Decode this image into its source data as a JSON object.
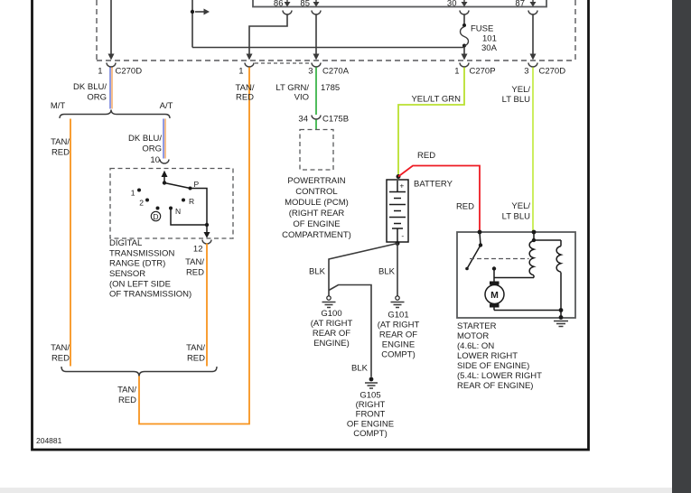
{
  "colors": {
    "tan_red": "#F7941D",
    "org_stripe": "#F2A45C",
    "dk_blu": "#5F6FD8",
    "lt_grn": "#3DB54A",
    "yel_lt_grn": "#B9E030",
    "yel_lt_blu": "#C6EC4E",
    "red": "#EE1B23",
    "wire": "#3A3A3A",
    "component_stroke": "#58595B",
    "ink": "#1B1B1B"
  },
  "figure_number": "204881",
  "relay": {
    "pin_86": "86",
    "pin_85": "85",
    "pin_30": "30",
    "pin_87": "87"
  },
  "fuse": {
    "label": "FUSE",
    "number": "101",
    "amps": "30A"
  },
  "connectors": {
    "c270d_left": {
      "pin": "1",
      "name": "C270D"
    },
    "c270a_pin1": {
      "pin": "1"
    },
    "c270a_pin3": {
      "pin": "3",
      "name": "C270A"
    },
    "c270p": {
      "pin": "1",
      "name": "C270P"
    },
    "c270d_right": {
      "pin": "3",
      "name": "C270D"
    },
    "c175b": {
      "pin": "34",
      "name": "C175B"
    },
    "dtr_pin10": "10",
    "dtr_pin12": "12"
  },
  "wire_labels": {
    "dk_blu_org": [
      "DK BLU/",
      "ORG"
    ],
    "tan_red": [
      "TAN/",
      "RED"
    ],
    "lt_grn_vio": [
      "LT GRN/",
      "VIO"
    ],
    "circuit_1785": "1785",
    "yel_lt_grn": "YEL/LT GRN",
    "yel_lt_blu": [
      "YEL/",
      "LT BLU"
    ],
    "red": "RED",
    "blk": "BLK"
  },
  "transmission": {
    "manual": "M/T",
    "automatic": "A/T"
  },
  "dtr": {
    "positions": [
      "1",
      "2",
      "D",
      "N",
      "R",
      "P"
    ],
    "label": [
      "DIGITAL",
      "TRANSMISSION",
      "RANGE (DTR)",
      "SENSOR",
      "(ON LEFT SIDE",
      "OF TRANSMISSION)"
    ]
  },
  "pcm": {
    "label": [
      "POWERTRAIN",
      "CONTROL",
      "MODULE (PCM)",
      "(RIGHT REAR",
      "OF ENGINE",
      "COMPARTMENT)"
    ]
  },
  "battery": {
    "label": "BATTERY",
    "plus": "+",
    "minus": "-"
  },
  "starter": {
    "motor_letter": "M",
    "label": [
      "STARTER",
      "MOTOR",
      "(4.6L: ON",
      "LOWER RIGHT",
      "SIDE OF ENGINE)",
      "(5.4L: LOWER RIGHT",
      "REAR OF ENGINE)"
    ]
  },
  "grounds": {
    "g100": [
      "G100",
      "(AT RIGHT",
      "REAR OF",
      "ENGINE)"
    ],
    "g101": [
      "G101",
      "(AT RIGHT",
      "REAR OF",
      "ENGINE",
      "COMPT)"
    ],
    "g105": [
      "G105",
      "(RIGHT",
      "FRONT",
      "OF ENGINE",
      "COMPT)"
    ]
  }
}
